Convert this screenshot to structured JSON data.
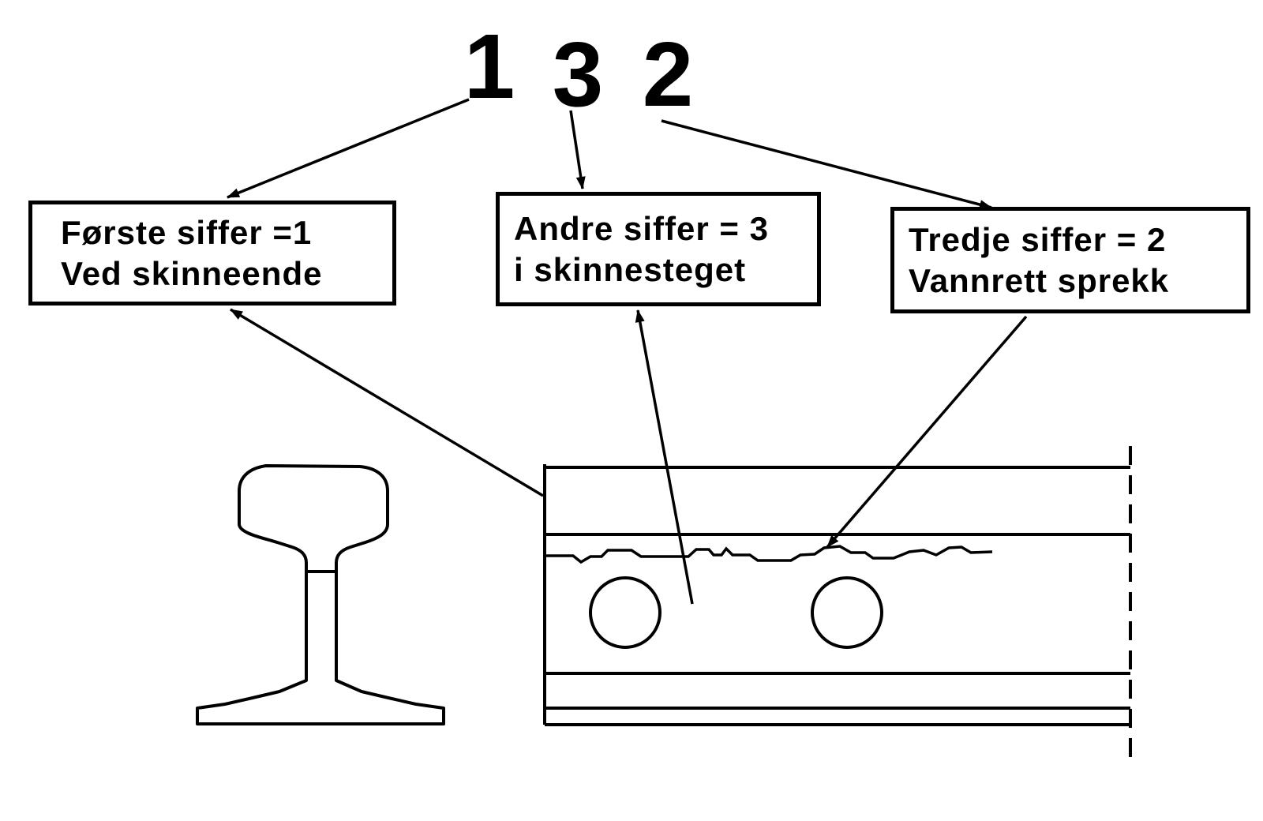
{
  "figure": {
    "colors": {
      "ink": "#000000",
      "background": "#ffffff"
    },
    "code": {
      "digits": [
        {
          "value": "1"
        },
        {
          "value": "3"
        },
        {
          "value": "2"
        }
      ]
    },
    "callouts": [
      {
        "line1": "Første siffer =1",
        "line2": "Ved skinneende"
      },
      {
        "line1": "Andre siffer = 3",
        "line2": "i skinnesteget"
      },
      {
        "line1": "Tredje siffer = 2",
        "line2": "Vannrett sprekk"
      }
    ],
    "drawing": {
      "parts": [
        "rail-cross-section",
        "rail-side-view",
        "bolt-holes",
        "horizontal-crack",
        "dashed-break-line"
      ]
    }
  }
}
